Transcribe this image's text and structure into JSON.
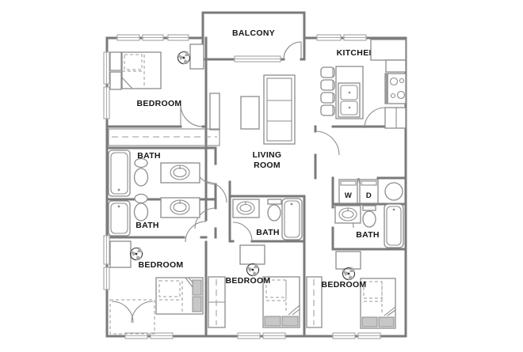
{
  "plan": {
    "type": "apartment-floor-plan",
    "rooms": {
      "balcony": {
        "label": "BALCONY"
      },
      "kitchen": {
        "label": "KITCHEN"
      },
      "living_room": {
        "line1": "LIVING",
        "line2": "ROOM"
      },
      "bedroom_top_left": {
        "label": "BEDROOM"
      },
      "bedroom_bottom_left": {
        "label": "BEDROOM"
      },
      "bedroom_bottom_center": {
        "label": "BEDROOM"
      },
      "bedroom_bottom_right": {
        "label": "BEDROOM"
      },
      "bath_left_upper": {
        "label": "BATH"
      },
      "bath_left_lower": {
        "label": "BATH"
      },
      "bath_center": {
        "label": "BATH"
      },
      "bath_right": {
        "label": "BATH"
      }
    },
    "appliances": {
      "washer": "W",
      "dryer": "D"
    },
    "colors": {
      "wall": "#7a7a7a",
      "furniture": "#8c8c8c",
      "window": "#ababab",
      "label": "#161616",
      "background": "#ffffff"
    }
  }
}
